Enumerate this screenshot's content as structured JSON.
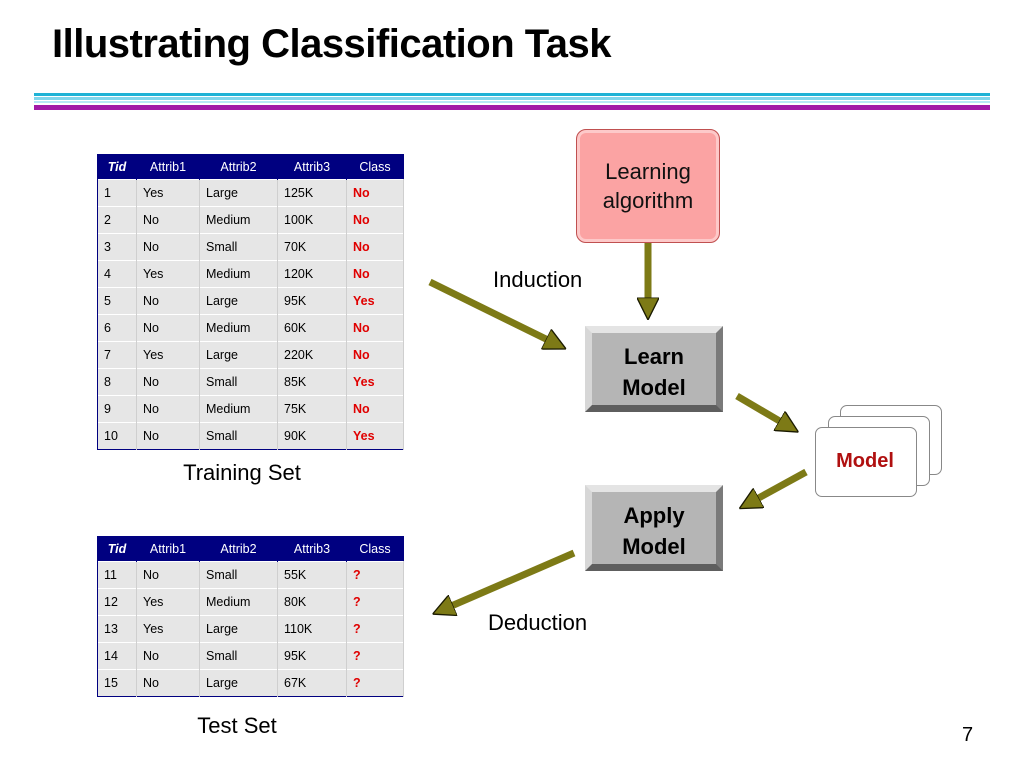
{
  "title": "Illustrating Classification Task",
  "colors": {
    "table_header": "#000080",
    "class_value": "#e00000",
    "arrow": "#7d7a16",
    "learning_box": "#fba3a3",
    "model_label": "#b01010"
  },
  "columns": [
    "Tid",
    "Attrib1",
    "Attrib2",
    "Attrib3",
    "Class"
  ],
  "training_set": {
    "caption": "Training Set",
    "rows": [
      [
        "1",
        "Yes",
        "Large",
        "125K",
        "No"
      ],
      [
        "2",
        "No",
        "Medium",
        "100K",
        "No"
      ],
      [
        "3",
        "No",
        "Small",
        "70K",
        "No"
      ],
      [
        "4",
        "Yes",
        "Medium",
        "120K",
        "No"
      ],
      [
        "5",
        "No",
        "Large",
        "95K",
        "Yes"
      ],
      [
        "6",
        "No",
        "Medium",
        "60K",
        "No"
      ],
      [
        "7",
        "Yes",
        "Large",
        "220K",
        "No"
      ],
      [
        "8",
        "No",
        "Small",
        "85K",
        "Yes"
      ],
      [
        "9",
        "No",
        "Medium",
        "75K",
        "No"
      ],
      [
        "10",
        "No",
        "Small",
        "90K",
        "Yes"
      ]
    ]
  },
  "test_set": {
    "caption": "Test Set",
    "rows": [
      [
        "11",
        "No",
        "Small",
        "55K",
        "?"
      ],
      [
        "12",
        "Yes",
        "Medium",
        "80K",
        "?"
      ],
      [
        "13",
        "Yes",
        "Large",
        "110K",
        "?"
      ],
      [
        "14",
        "No",
        "Small",
        "95K",
        "?"
      ],
      [
        "15",
        "No",
        "Large",
        "67K",
        "?"
      ]
    ]
  },
  "diagram": {
    "learning_algorithm": [
      "Learning",
      "algorithm"
    ],
    "learn_model": [
      "Learn",
      "Model"
    ],
    "apply_model": [
      "Apply",
      "Model"
    ],
    "model": "Model",
    "induction": "Induction",
    "deduction": "Deduction"
  },
  "page_number": "7"
}
